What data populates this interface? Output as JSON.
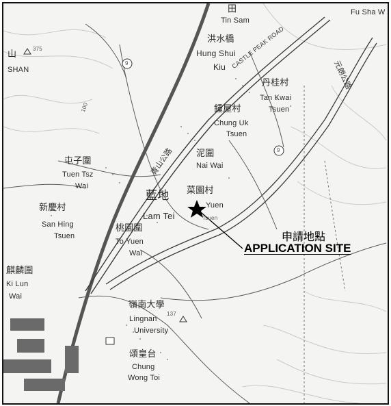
{
  "map": {
    "place_labels": [
      {
        "id": "tin-sam-cjk",
        "text": "田"
      },
      {
        "id": "tin-sam",
        "text": "Tin Sam"
      },
      {
        "id": "fu-sha-wai",
        "text": "Fu Sha W"
      },
      {
        "id": "hung-shui-kiu-cjk",
        "text": "洪水橋"
      },
      {
        "id": "hung-shui",
        "text": "Hung Shui"
      },
      {
        "id": "kiu",
        "text": "Kiu"
      },
      {
        "id": "shan-cjk",
        "text": "山"
      },
      {
        "id": "shan",
        "text": "SHAN"
      },
      {
        "id": "tan-kwai-tsuen-cjk",
        "text": "丹桂村"
      },
      {
        "id": "tan-kwai",
        "text": "Tan Kwai"
      },
      {
        "id": "tan-kwai-tsuen",
        "text": "Tsuen"
      },
      {
        "id": "chung-uk-tsuen-cjk",
        "text": "鍾屋村"
      },
      {
        "id": "chung-uk",
        "text": "Chung Uk"
      },
      {
        "id": "chung-uk-tsuen",
        "text": "Tsuen"
      },
      {
        "id": "nai-wai-cjk",
        "text": "泥圍"
      },
      {
        "id": "nai-wai",
        "text": "Nai Wai"
      },
      {
        "id": "tuen-tsz-wai-cjk",
        "text": "屯子圍"
      },
      {
        "id": "tuen-tsz",
        "text": "Tuen Tsz"
      },
      {
        "id": "tuen-tsz-wai",
        "text": "Wai"
      },
      {
        "id": "lam-tei-cjk",
        "text": "藍地"
      },
      {
        "id": "lam-tei",
        "text": "Lam Tei"
      },
      {
        "id": "choi-yuen-tsuen-cjk",
        "text": "菜園村"
      },
      {
        "id": "yuen",
        "text": "Yuen"
      },
      {
        "id": "tsuen-small",
        "text": "Tsuen"
      },
      {
        "id": "san-hing-tsuen-cjk",
        "text": "新慶村"
      },
      {
        "id": "san-hing",
        "text": "San Hing"
      },
      {
        "id": "san-hing-tsuen",
        "text": "Tsuen"
      },
      {
        "id": "to-yuen-wai-cjk",
        "text": "桃園圍"
      },
      {
        "id": "to-yuen",
        "text": "To Yuen"
      },
      {
        "id": "to-yuen-wai",
        "text": "Wai"
      },
      {
        "id": "ki-lun-wai-cjk",
        "text": "麒麟圍"
      },
      {
        "id": "ki-lun",
        "text": "Ki Lun"
      },
      {
        "id": "ki-lun-wai",
        "text": "Wai"
      },
      {
        "id": "lingnan-cjk",
        "text": "嶺南大學"
      },
      {
        "id": "lingnan",
        "text": "Lingnan"
      },
      {
        "id": "lingnan-university",
        "text": "University"
      },
      {
        "id": "chung-wong-toi-cjk",
        "text": "頌皇台"
      },
      {
        "id": "chung",
        "text": "Chung"
      },
      {
        "id": "chung-wong-toi",
        "text": "Wong Toi"
      }
    ],
    "road_labels": [
      {
        "id": "castle-peak-road",
        "text": "CASTLE PEAK ROAD"
      },
      {
        "id": "castle-peak-road-cjk",
        "text": "青山公路"
      },
      {
        "id": "yuen-long-highway-cjk",
        "text": "元朗公路"
      }
    ],
    "spot_heights": [
      {
        "id": "height-375",
        "text": "375"
      },
      {
        "id": "height-137",
        "text": "137"
      },
      {
        "id": "contour-100",
        "text": "100"
      }
    ],
    "route_shields": [
      {
        "id": "route-a",
        "text": "9"
      },
      {
        "id": "route-b",
        "text": "9"
      }
    ],
    "colors": {
      "ink": "#2a2a2a",
      "road": "#3a3a3a",
      "rail": "#555555",
      "background": "#f4f4f2",
      "marker": "#000000"
    }
  },
  "annotation": {
    "label_cjk": "申請地點",
    "label_en": "APPLICATION SITE",
    "marker_icon": "star-icon"
  }
}
